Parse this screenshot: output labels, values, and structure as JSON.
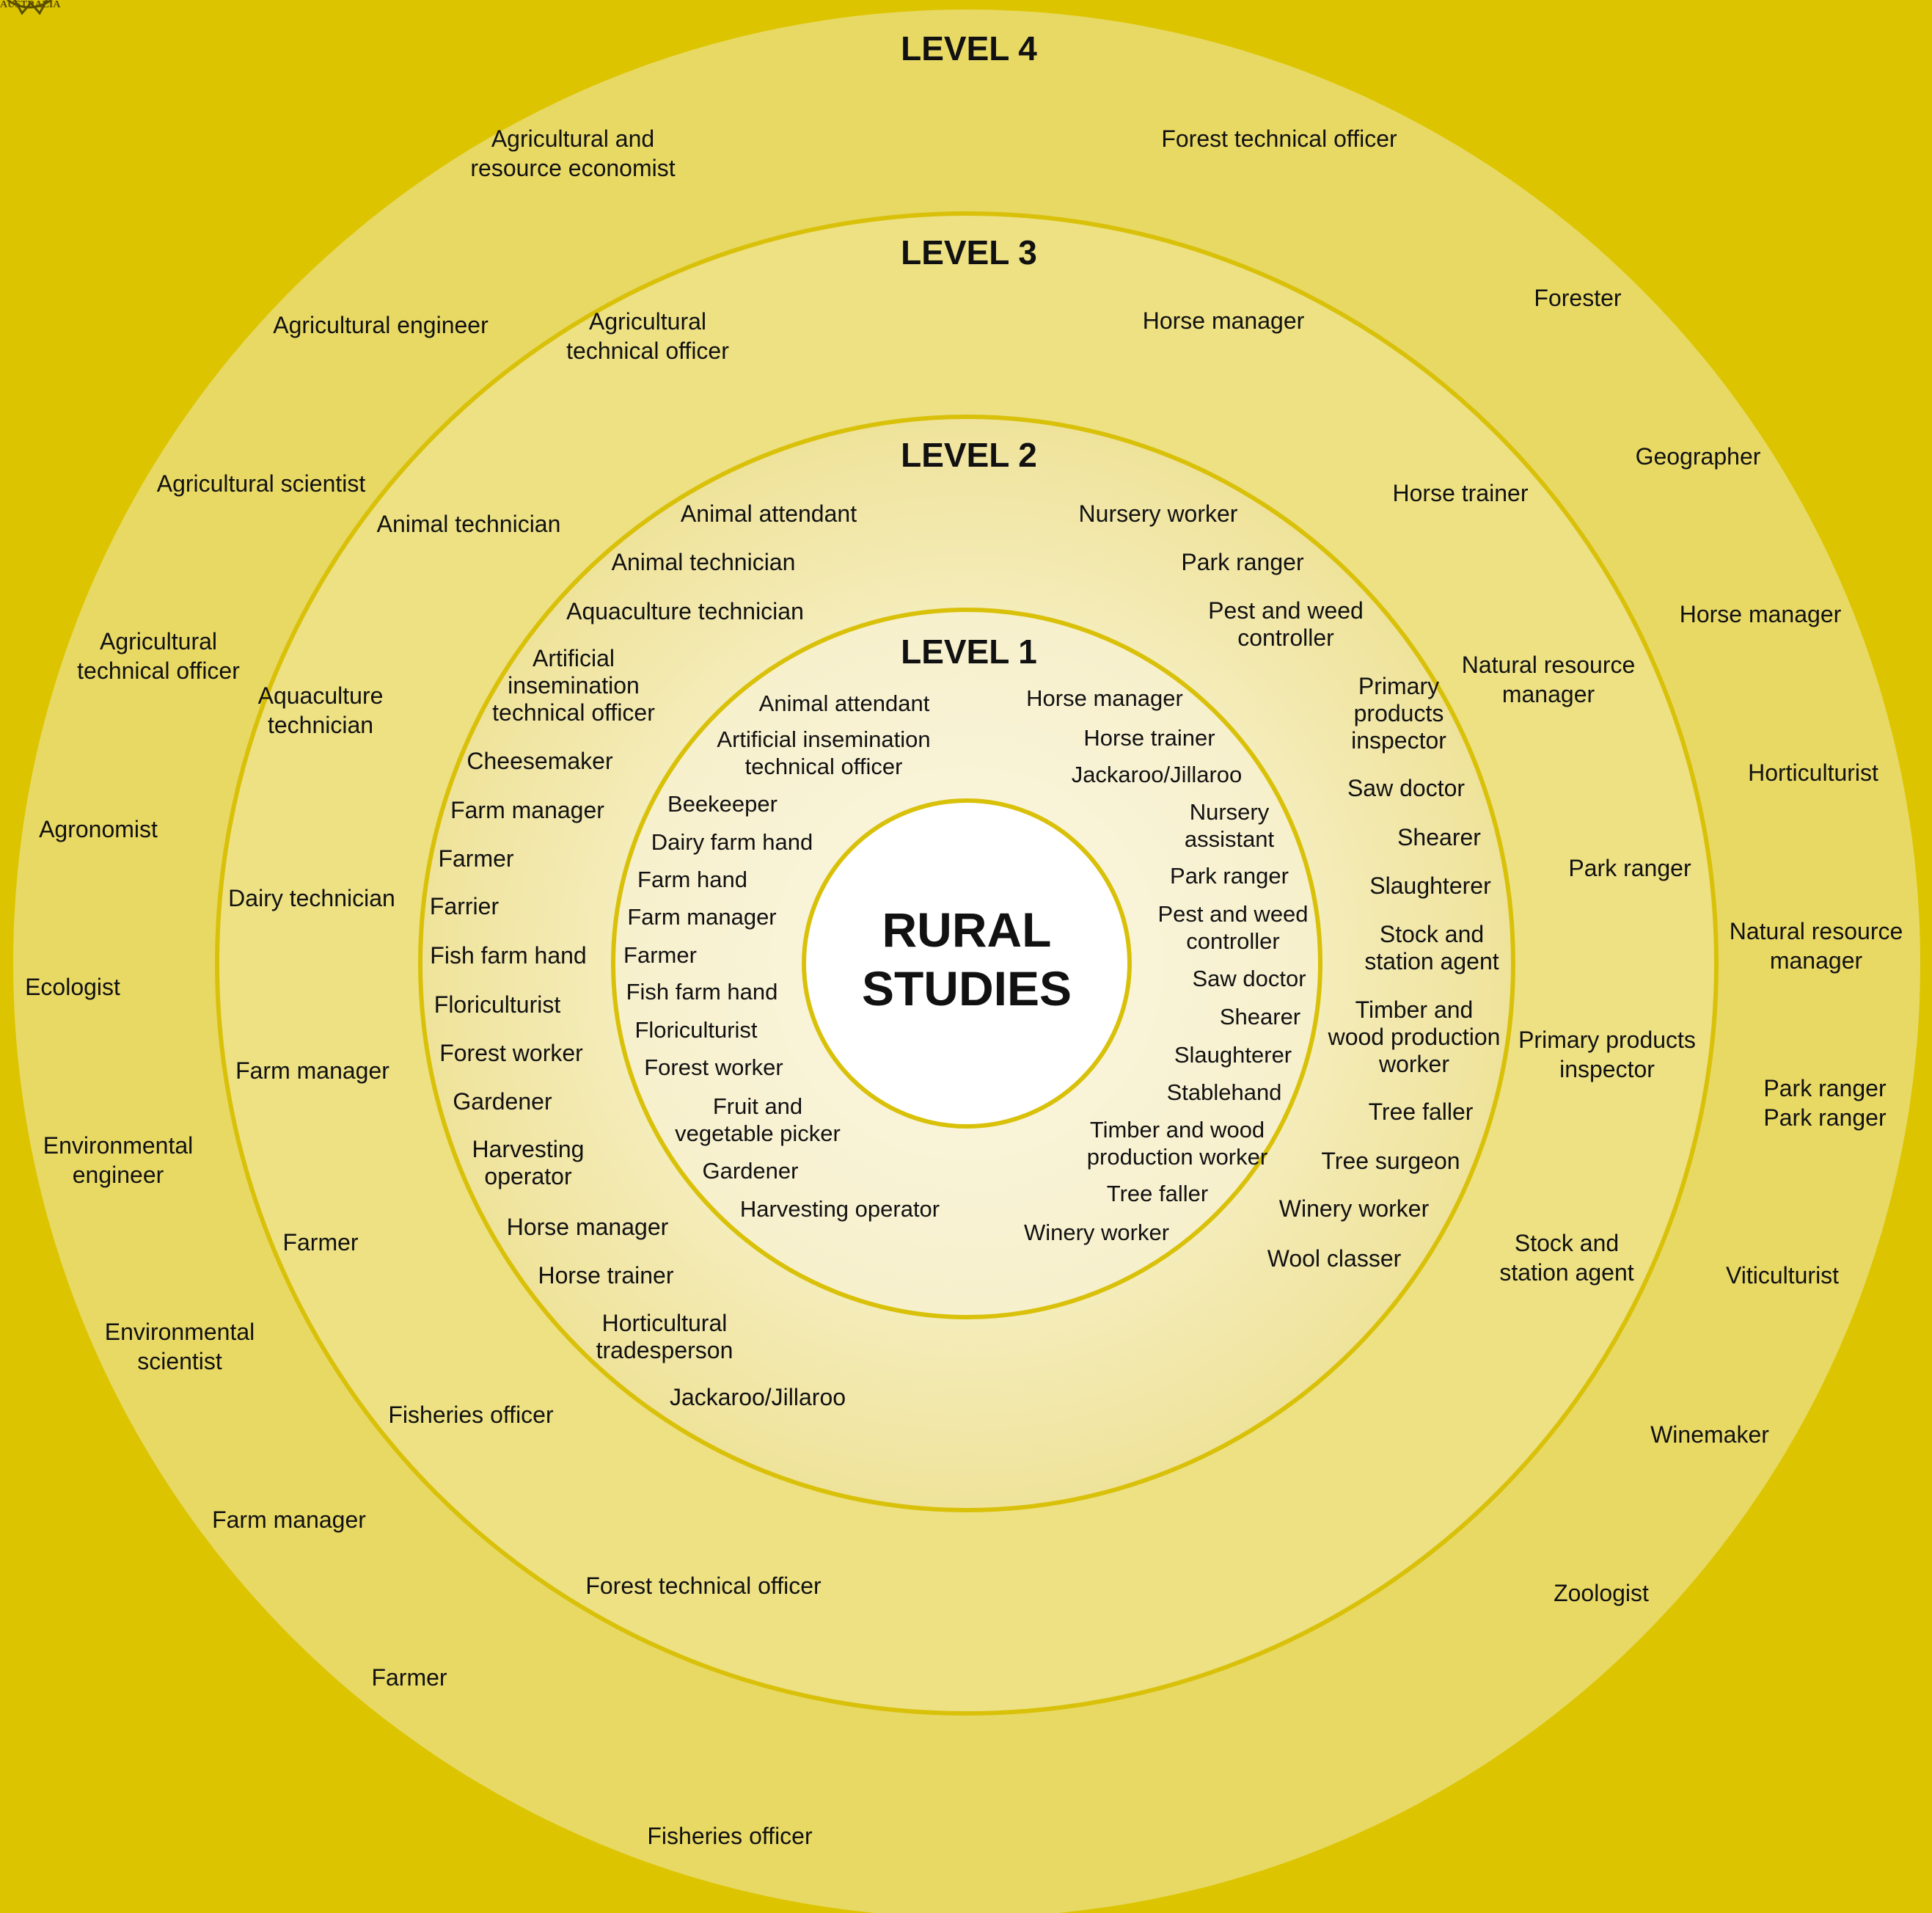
{
  "colors": {
    "background": "#dcc500",
    "level4": "#e8d965",
    "level3": "#ede183",
    "level2": "#f3eab0",
    "level1": "#f8f2d2",
    "center": "#ffffff",
    "ring_stroke": "#d9c10a",
    "text": "#111111"
  },
  "logo": {
    "text": "AUSTRALIA",
    "icon": "coat-of-arms-icon"
  },
  "center": {
    "line1": "RURAL",
    "line2": "STUDIES"
  },
  "levels": [
    {
      "title": "LEVEL 1",
      "jobs": [
        [
          "Animal attendant"
        ],
        [
          "Artificial insemination",
          "technical officer"
        ],
        [
          "Beekeeper"
        ],
        [
          "Dairy farm hand"
        ],
        [
          "Farm hand"
        ],
        [
          "Farm manager"
        ],
        [
          "Farmer"
        ],
        [
          "Fish farm hand"
        ],
        [
          "Floriculturist"
        ],
        [
          "Forest worker"
        ],
        [
          "Fruit and",
          "vegetable picker"
        ],
        [
          "Gardener"
        ],
        [
          "Harvesting operator"
        ],
        [
          "Horse manager"
        ],
        [
          "Horse trainer"
        ],
        [
          "Jackaroo/Jillaroo"
        ],
        [
          "Nursery",
          "assistant"
        ],
        [
          "Park ranger"
        ],
        [
          "Pest and weed",
          "controller"
        ],
        [
          "Saw doctor"
        ],
        [
          "Shearer"
        ],
        [
          "Slaughterer"
        ],
        [
          "Stablehand"
        ],
        [
          "Timber and wood",
          "production worker"
        ],
        [
          "Tree faller"
        ],
        [
          "Winery worker"
        ]
      ]
    },
    {
      "title": "LEVEL 2",
      "jobs": [
        [
          "Animal attendant"
        ],
        [
          "Animal technician"
        ],
        [
          "Aquaculture technician"
        ],
        [
          "Artificial",
          "insemination",
          "technical officer"
        ],
        [
          "Cheesemaker"
        ],
        [
          "Farm manager"
        ],
        [
          "Farmer"
        ],
        [
          "Farrier"
        ],
        [
          "Fish farm hand"
        ],
        [
          "Floriculturist"
        ],
        [
          "Forest worker"
        ],
        [
          "Gardener"
        ],
        [
          "Harvesting",
          "operator"
        ],
        [
          "Horse manager"
        ],
        [
          "Horse trainer"
        ],
        [
          "Horticultural",
          "tradesperson"
        ],
        [
          "Jackaroo/Jillaroo"
        ],
        [
          "Nursery worker"
        ],
        [
          "Park ranger"
        ],
        [
          "Pest and weed",
          "controller"
        ],
        [
          "Primary",
          "products",
          "inspector"
        ],
        [
          "Saw doctor"
        ],
        [
          "Shearer"
        ],
        [
          "Slaughterer"
        ],
        [
          "Stock and",
          "station agent"
        ],
        [
          "Timber and",
          "wood production",
          "worker"
        ],
        [
          "Tree faller"
        ],
        [
          "Tree surgeon"
        ],
        [
          "Winery worker"
        ],
        [
          "Wool classer"
        ]
      ]
    },
    {
      "title": "LEVEL 3",
      "jobs": [
        [
          "Agricultural",
          "technical officer"
        ],
        [
          "Animal technician"
        ],
        [
          "Aquaculture",
          "technician"
        ],
        [
          "Dairy technician"
        ],
        [
          "Farm manager"
        ],
        [
          "Farmer"
        ],
        [
          "Fisheries officer"
        ],
        [
          "Forest technical officer"
        ],
        [
          "Horse manager"
        ],
        [
          "Horse trainer"
        ],
        [
          "Natural resource",
          "manager"
        ],
        [
          "Park ranger"
        ],
        [
          "Primary products",
          "inspector"
        ],
        [
          "Stock and",
          "station agent"
        ]
      ]
    },
    {
      "title": "LEVEL 4",
      "jobs": [
        [
          "Agricultural and",
          "resource economist"
        ],
        [
          "Agricultural engineer"
        ],
        [
          "Agricultural scientist"
        ],
        [
          "Agricultural",
          "technical officer"
        ],
        [
          "Agronomist"
        ],
        [
          "Ecologist"
        ],
        [
          "Environmental",
          "engineer"
        ],
        [
          "Environmental",
          "scientist"
        ],
        [
          "Farm manager"
        ],
        [
          "Farmer"
        ],
        [
          "Fisheries officer"
        ],
        [
          "Forest technical officer"
        ],
        [
          "Forester"
        ],
        [
          "Geographer"
        ],
        [
          "Horse manager"
        ],
        [
          "Horticulturist"
        ],
        [
          "Park ranger"
        ],
        [
          "Natural resource",
          "manager"
        ],
        [
          "Park ranger"
        ],
        [
          "Viticulturist"
        ],
        [
          "Winemaker"
        ],
        [
          "Zoologist"
        ]
      ]
    }
  ]
}
